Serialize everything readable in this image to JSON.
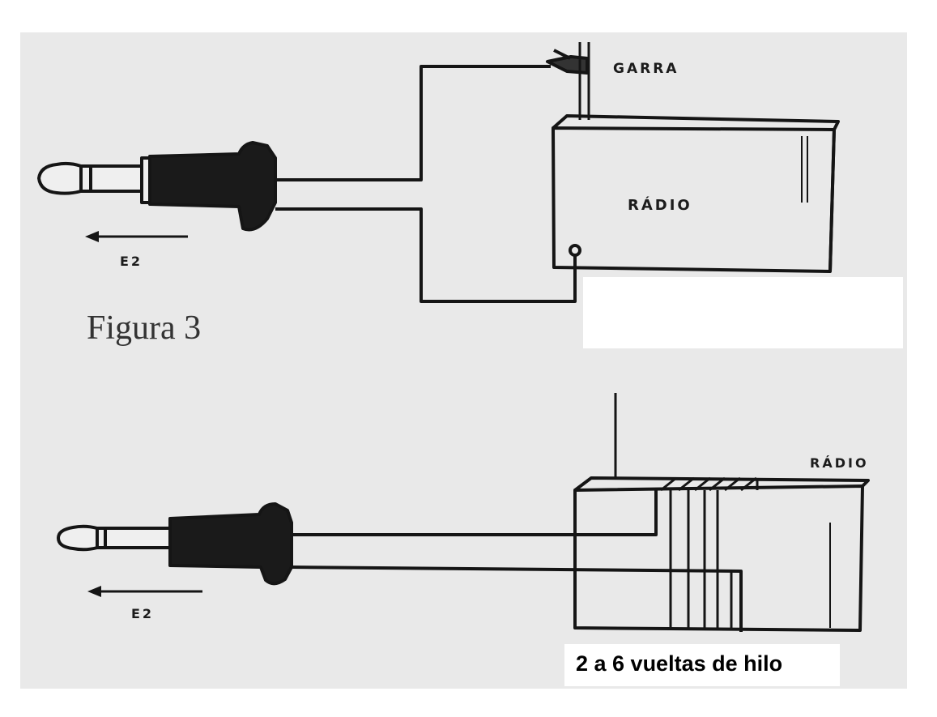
{
  "figure_label": "Figura 3",
  "top_diagram": {
    "clip_label": "GARRA",
    "radio_label": "RÁDIO",
    "arrow_label": "E2"
  },
  "bottom_diagram": {
    "radio_label": "RÁDIO",
    "arrow_label": "E2",
    "caption": "2 a 6 vueltas de hilo"
  }
}
